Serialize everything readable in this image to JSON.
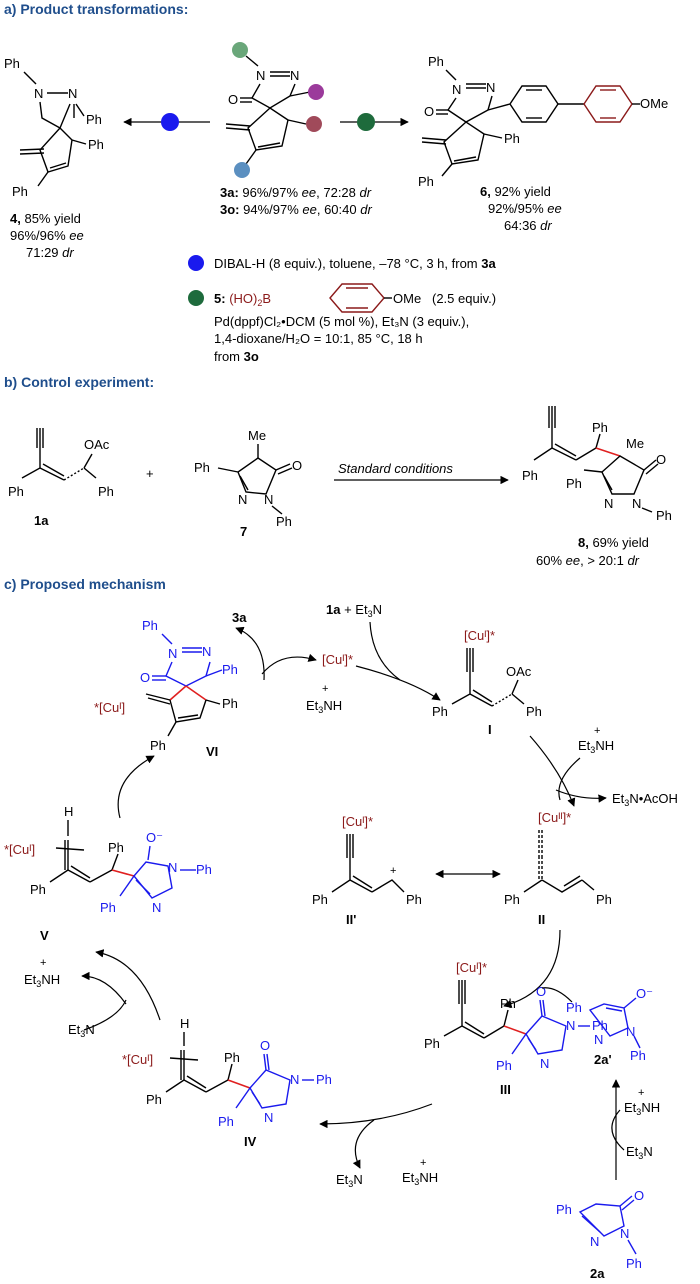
{
  "sections": {
    "a": "a) Product transformations:",
    "b": "b) Control experiment:",
    "c": "c) Proposed mechanism"
  },
  "colors": {
    "section_title": "#1f4e8c",
    "blue_dot": "#1a1aee",
    "green_dot": "#1e6b3c",
    "purple_dot": "#9b3a9b",
    "pink_dot": "#a04a5a",
    "steel_dot": "#5b8fc0",
    "sage_dot": "#6aa77a",
    "copper_label": "#8b1a1a",
    "pyrazolone_blue": "#1a1aee",
    "new_bond_red": "#e02020",
    "aryl_box_red": "#8b1a1a"
  },
  "part_a": {
    "left_product": {
      "atoms": {
        "ph_n": "Ph",
        "n1": "N",
        "n2": "N",
        "ph_c": "Ph",
        "ph_ring": "Ph",
        "ph_alk": "Ph"
      },
      "label": "4,",
      "line1": "85% yield",
      "line2": "96%/96% ",
      "line2_it": "ee",
      "line3": "71:29 ",
      "line3_it": "dr"
    },
    "center_substrate": {
      "atoms": {
        "n1": "N",
        "n2": "N",
        "o": "O"
      },
      "line1_label": "3a:",
      "line1": " 96%/97% ",
      "line1_it": "ee",
      "line1_tail": ", 72:28 ",
      "line1_dr": "dr",
      "line2_label": "3o:",
      "line2": " 94%/97% ",
      "line2_it": "ee",
      "line2_tail": ", 60:40 ",
      "line2_dr": "dr"
    },
    "right_product": {
      "atoms": {
        "ph_n": "Ph",
        "n1": "N",
        "n2": "N",
        "o": "O",
        "ome": "OMe",
        "ph_ring": "Ph",
        "ph_alk": "Ph"
      },
      "label": "6,",
      "line1": " 92% yield",
      "line2": "92%/95% ",
      "line2_it": "ee",
      "line3": "64:36 ",
      "line3_it": "dr"
    },
    "condition_blue": {
      "text": "DIBAL-H (8 equiv.), toluene, –78 °C, 3 h, from ",
      "ref": "3a"
    },
    "condition_green": {
      "label": "5:",
      "boron": "(HO)",
      "boron_sub": "2",
      "boron_b": "B",
      "ome": "OMe",
      "equiv": "(2.5 equiv.)",
      "line2": "Pd(dppf)Cl₂•DCM (5 mol %), Et₃N (3 equiv.),",
      "line3": "1,4-dioxane/H₂O = 10:1, 85 °C, 18 h",
      "line4": "from ",
      "line4_ref": "3o"
    }
  },
  "part_b": {
    "reactant1": {
      "atoms": {
        "oac": "OAc",
        "ph1": "Ph",
        "ph2": "Ph"
      },
      "label": "1a"
    },
    "plus": "+",
    "reactant2": {
      "atoms": {
        "me": "Me",
        "ph_c": "Ph",
        "n1": "N",
        "n2": "N",
        "o": "O",
        "ph_n": "Ph"
      },
      "label": "7"
    },
    "arrow_label": "Standard conditions",
    "product": {
      "atoms": {
        "ph": "Ph",
        "me": "Me",
        "o": "O",
        "ph_alk": "Ph",
        "ph_c": "Ph",
        "n1": "N",
        "n2": "N",
        "ph_n": "Ph"
      },
      "label": "8,",
      "line1": " 69% yield",
      "line2": "60% ",
      "line2_it": "ee",
      "line2_tail": ", > 20:1 ",
      "line2_dr": "dr"
    }
  },
  "part_c": {
    "label_3a": "3a",
    "reagents_top": "1a + Et₃N",
    "cu_star": "[Cuᴵ]*",
    "et3nh_plus": "Et₃NH",
    "plus_sign": "+",
    "et3n": "Et₃N",
    "et3n_acoh": "Et₃N•AcOH",
    "int_I": {
      "label": "I",
      "cu": "[Cuᴵ]*",
      "oac": "OAc",
      "ph1": "Ph",
      "ph2": "Ph"
    },
    "int_II": {
      "label": "II",
      "cu": "[Cuᴵᴵ]*",
      "ph1": "Ph",
      "ph2": "Ph"
    },
    "int_IIp": {
      "label": "II'",
      "cu": "[Cuᴵ]*",
      "ph1": "Ph",
      "ph2": "Ph",
      "plus": "+"
    },
    "int_III": {
      "label": "III",
      "cu": "[Cuᴵ]*",
      "ph1": "Ph",
      "ph2": "Ph",
      "ph3": "Ph",
      "ph4": "Ph",
      "o": "O",
      "n1": "N",
      "n2": "N"
    },
    "int_IV": {
      "label": "IV",
      "cu": "*[Cuᴵ]",
      "h": "H",
      "ph1": "Ph",
      "ph2": "Ph",
      "ph3": "Ph",
      "ph4": "Ph",
      "o": "O",
      "n1": "N",
      "n2": "N"
    },
    "int_V": {
      "label": "V",
      "cu": "*[Cuᴵ]",
      "h": "H",
      "ph1": "Ph",
      "ph2": "Ph",
      "ph3": "Ph",
      "ph4": "Ph",
      "o": "O⁻",
      "n1": "N",
      "n2": "N"
    },
    "int_VI": {
      "label": "VI",
      "cu": "*[Cuᴵ]",
      "ph1": "Ph",
      "ph2": "Ph",
      "ph3": "Ph",
      "ph4": "Ph",
      "o": "O",
      "n1": "N",
      "n2": "N"
    },
    "int_2a": {
      "label": "2a",
      "ph1": "Ph",
      "ph2": "Ph",
      "o": "O",
      "n1": "N",
      "n2": "N"
    },
    "int_2ap": {
      "label": "2a'",
      "ph1": "Ph",
      "ph2": "Ph",
      "o": "O⁻",
      "n1": "N",
      "n2": "N"
    }
  }
}
